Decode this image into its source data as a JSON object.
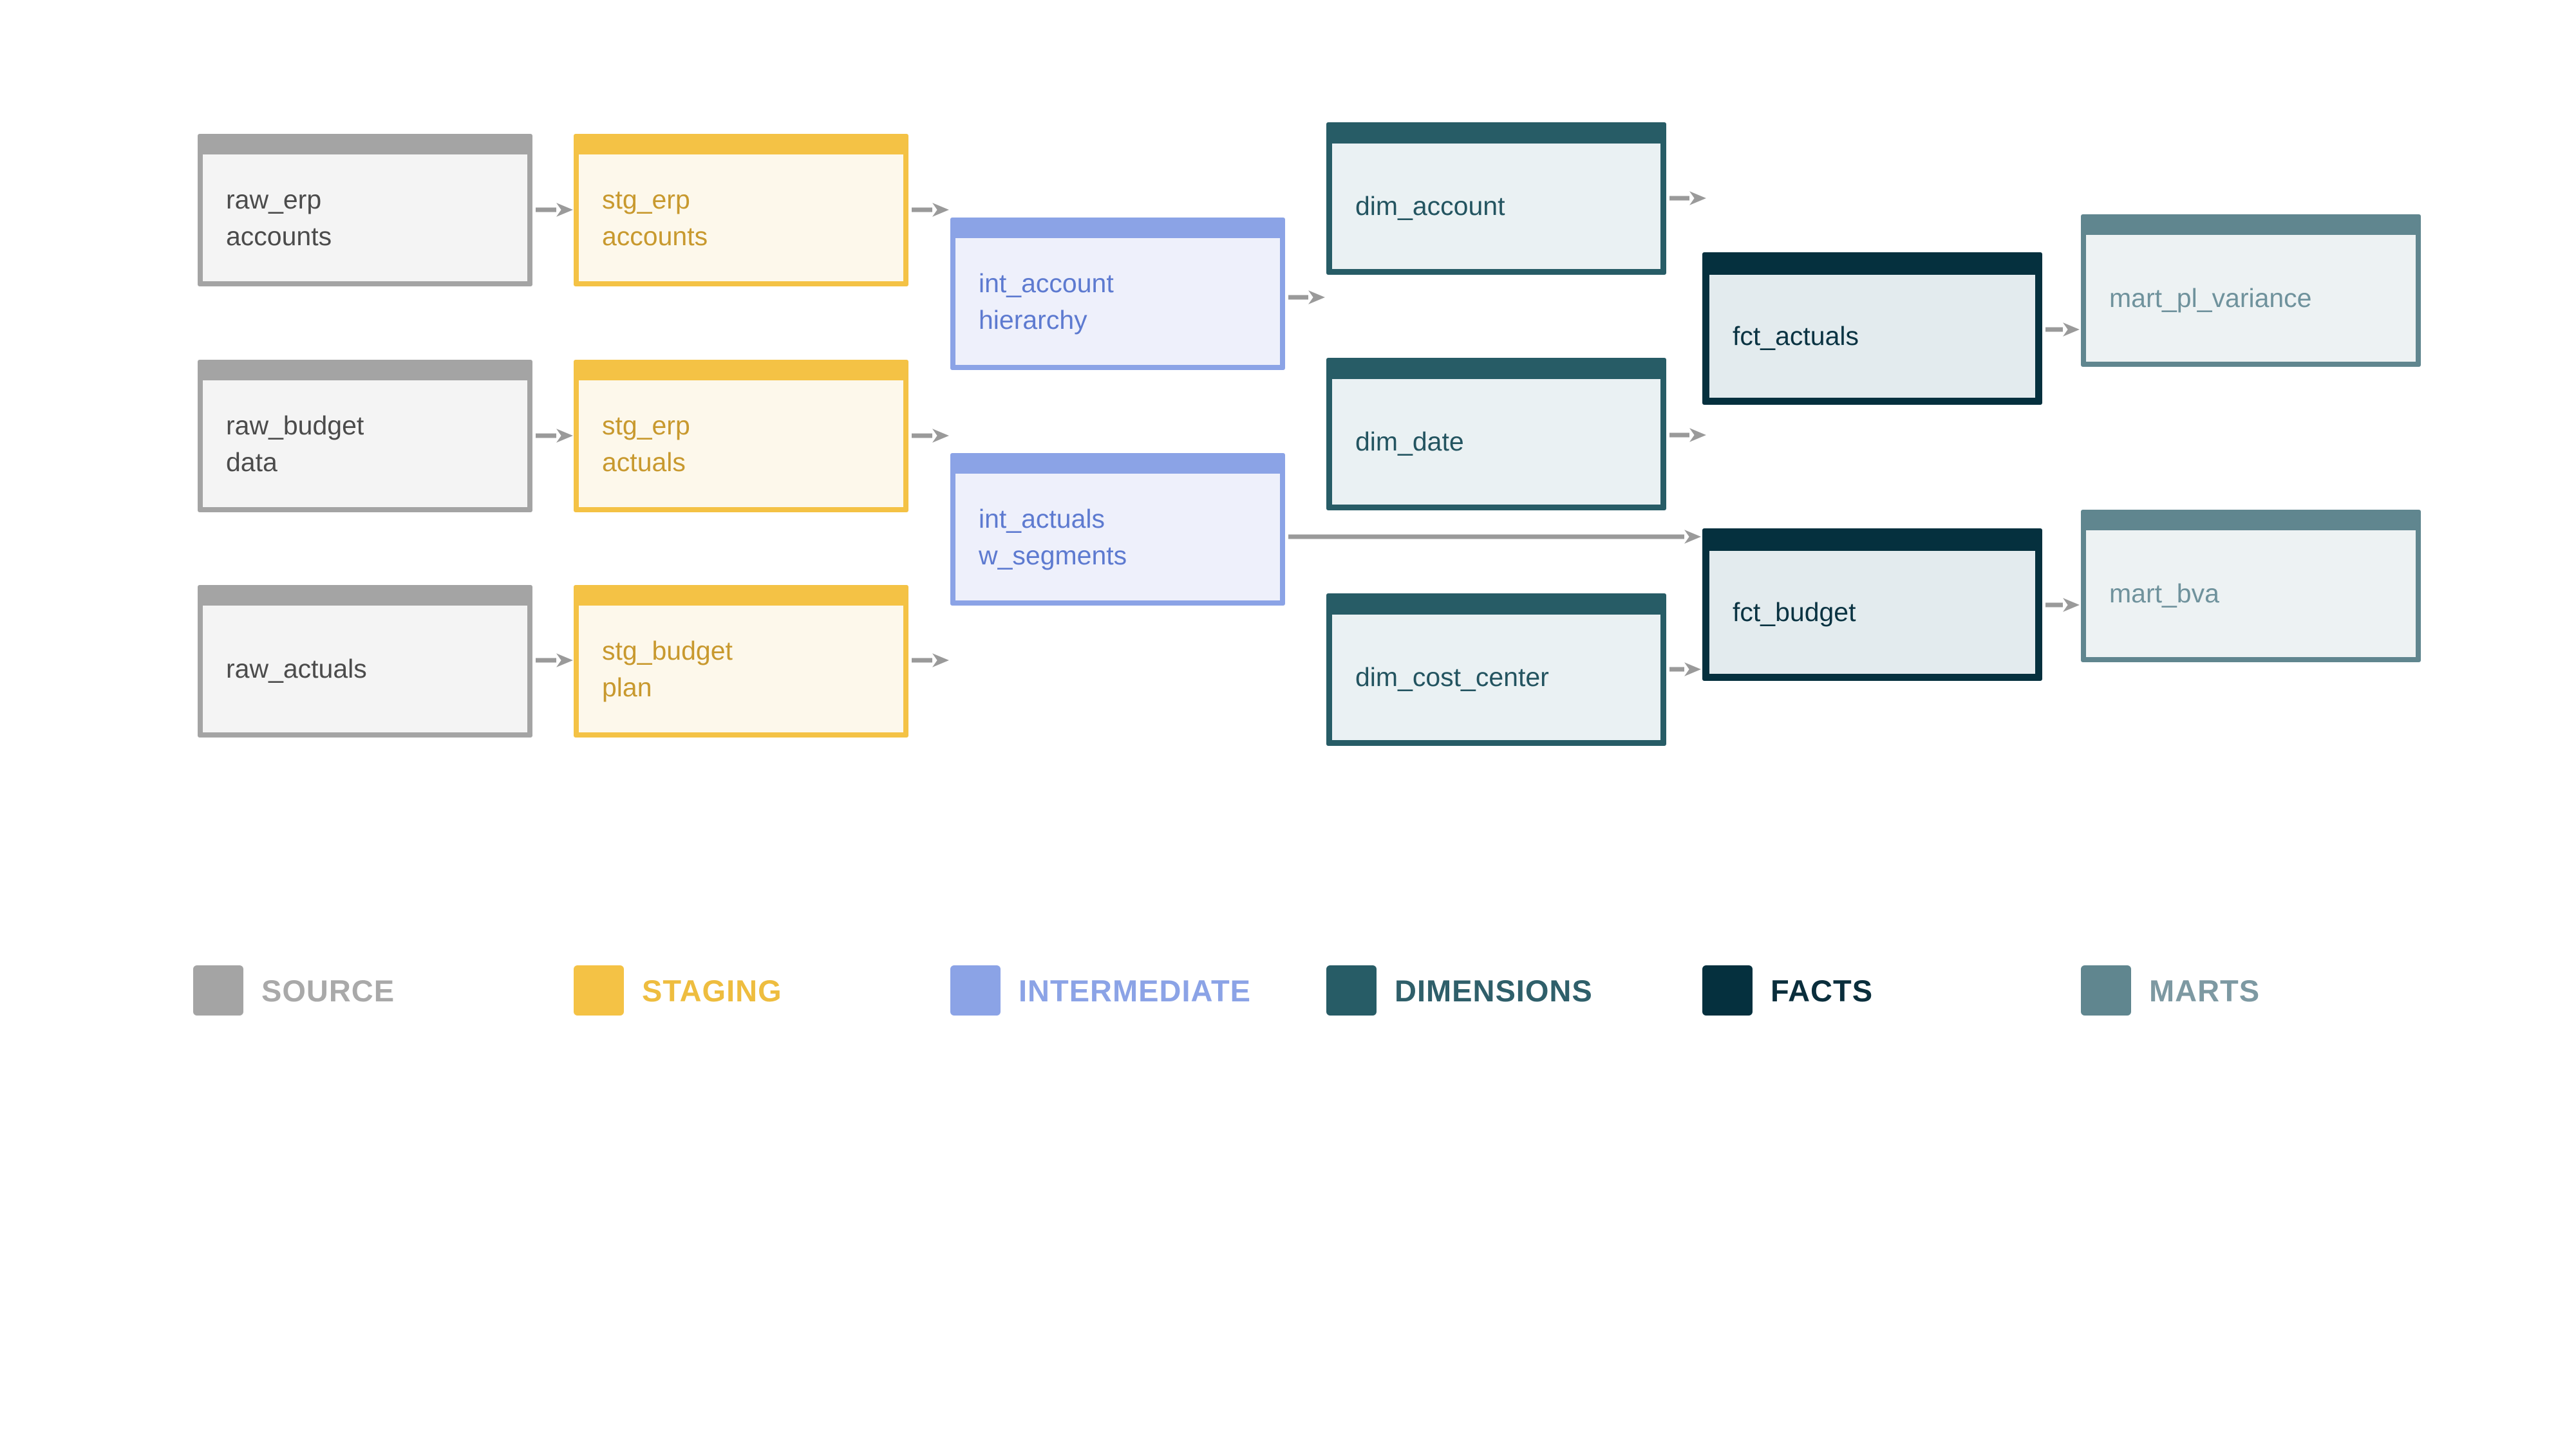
{
  "colors": {
    "canvas": "#ffffff",
    "arrow": "#9a9a9a",
    "themes": {
      "source": {
        "header": "#a4a4a4",
        "body": "#f4f4f4",
        "text": "#4b4b4b",
        "label": "#a9a9a9"
      },
      "staging": {
        "header": "#f4c245",
        "body": "#fdf8eb",
        "text": "#c8992e",
        "label": "#eebd3f"
      },
      "intermediate": {
        "header": "#8ba3e6",
        "body": "#eef0fb",
        "text": "#5d7ad0",
        "label": "#8ba3e6"
      },
      "dimensions": {
        "header": "#275c66",
        "body": "#eaf1f3",
        "text": "#235460",
        "label": "#2f5f6a"
      },
      "facts": {
        "header": "#05303e",
        "body": "#e3ebee",
        "text": "#0a3342",
        "label": "#0a2e3c"
      },
      "marts": {
        "header": "#60868f",
        "body": "#edf2f3",
        "text": "#6f929c",
        "label": "#7d99a2"
      }
    }
  },
  "diagram": {
    "nodes": [
      {
        "id": "raw_erp_accounts",
        "layer": "source",
        "lines": [
          "raw_erp",
          "accounts"
        ]
      },
      {
        "id": "stg_erp_accounts",
        "layer": "staging",
        "lines": [
          "stg_erp",
          "accounts"
        ]
      },
      {
        "id": "raw_budget_data",
        "layer": "source",
        "lines": [
          "raw_budget",
          "data"
        ]
      },
      {
        "id": "stg_erp_actuals",
        "layer": "staging",
        "lines": [
          "stg_erp",
          "actuals"
        ]
      },
      {
        "id": "raw_actuals",
        "layer": "source",
        "lines": [
          "raw_actuals"
        ]
      },
      {
        "id": "stg_budget_plan",
        "layer": "staging",
        "lines": [
          "stg_budget",
          "plan"
        ]
      },
      {
        "id": "int_account_hierarchy",
        "layer": "intermediate",
        "lines": [
          "int_account",
          "hierarchy"
        ]
      },
      {
        "id": "int_actuals_w_segments",
        "layer": "intermediate",
        "lines": [
          "int_actuals",
          "w_segments"
        ]
      },
      {
        "id": "dim_account",
        "layer": "dimensions",
        "lines": [
          "dim_account"
        ]
      },
      {
        "id": "dim_date",
        "layer": "dimensions",
        "lines": [
          "dim_date"
        ]
      },
      {
        "id": "dim_cost_center",
        "layer": "dimensions",
        "lines": [
          "dim_cost_center"
        ]
      },
      {
        "id": "fct_actuals",
        "layer": "facts",
        "lines": [
          "fct_actuals"
        ]
      },
      {
        "id": "fct_budget",
        "layer": "facts",
        "lines": [
          "fct_budget"
        ]
      },
      {
        "id": "mart_pl_variance",
        "layer": "marts",
        "lines": [
          "mart_pl_variance"
        ]
      },
      {
        "id": "mart_bva",
        "layer": "marts",
        "lines": [
          "mart_bva"
        ]
      }
    ],
    "edges": [
      {
        "from": "raw_erp_accounts",
        "to": "stg_erp_accounts"
      },
      {
        "from": "raw_budget_data",
        "to": "stg_erp_actuals"
      },
      {
        "from": "raw_actuals",
        "to": "stg_budget_plan"
      },
      {
        "from": "stg_erp_accounts",
        "to": "int_account_hierarchy"
      },
      {
        "from": "stg_erp_actuals",
        "to": "int_actuals_w_segments"
      },
      {
        "from": "stg_budget_plan",
        "to": null
      },
      {
        "from": "int_account_hierarchy",
        "to": null
      },
      {
        "from": "dim_account",
        "to": "fct_actuals"
      },
      {
        "from": "dim_date",
        "to": null
      },
      {
        "from": "int_actuals_w_segments",
        "to": "fct_budget"
      },
      {
        "from": "dim_cost_center",
        "to": "fct_budget"
      },
      {
        "from": "fct_actuals",
        "to": "mart_pl_variance"
      },
      {
        "from": "fct_budget",
        "to": "mart_bva"
      }
    ]
  },
  "legend": {
    "items": [
      {
        "label": "SOURCE",
        "theme": "source"
      },
      {
        "label": "STAGING",
        "theme": "staging"
      },
      {
        "label": "INTERMEDIATE",
        "theme": "intermediate"
      },
      {
        "label": "DIMENSIONS",
        "theme": "dimensions"
      },
      {
        "label": "FACTS",
        "theme": "facts"
      },
      {
        "label": "MARTS",
        "theme": "marts"
      }
    ]
  }
}
